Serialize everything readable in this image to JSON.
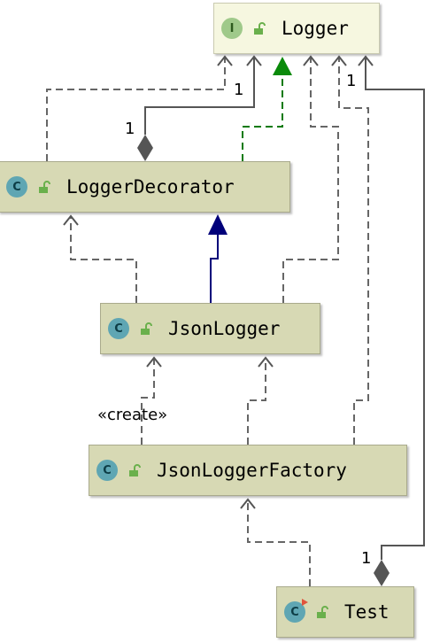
{
  "classes": {
    "logger": {
      "name": "Logger",
      "kind": "I"
    },
    "logger_decorator": {
      "name": "LoggerDecorator",
      "kind": "C"
    },
    "json_logger": {
      "name": "JsonLogger",
      "kind": "C"
    },
    "json_logger_factory": {
      "name": "JsonLoggerFactory",
      "kind": "C"
    },
    "test": {
      "name": "Test",
      "kind": "C"
    }
  },
  "labels": {
    "multiplicity_decorator": "1",
    "multiplicity_decorator_side": "1",
    "multiplicity_test_side": "1",
    "multiplicity_test": "1",
    "create_stereotype": "«create»"
  },
  "colors": {
    "generalization": "#0a7a0a",
    "realization": "#00007a",
    "dependency": "#666666",
    "class_fill": "#d7d9b4",
    "interface_fill": "#f6f7e0"
  }
}
